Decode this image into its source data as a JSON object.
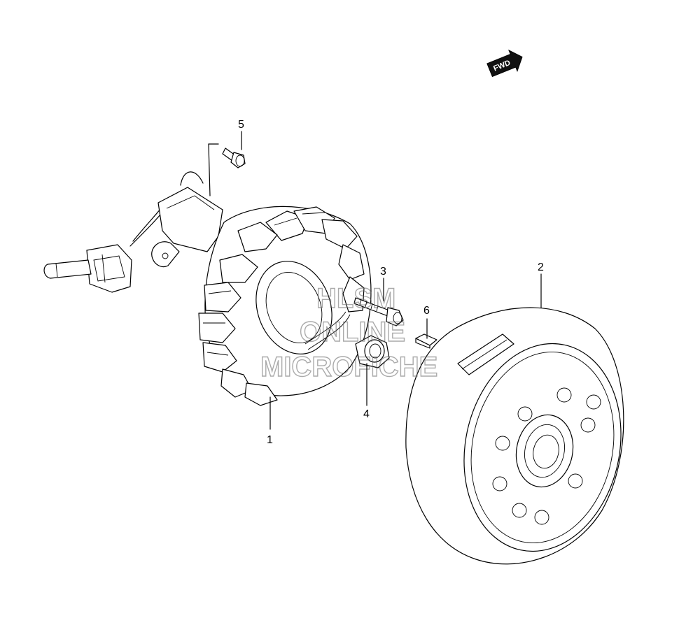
{
  "direction_badge": {
    "text": "FWD",
    "color": "#111111"
  },
  "callouts": [
    {
      "id": "1",
      "part": "stator"
    },
    {
      "id": "2",
      "part": "rotor"
    },
    {
      "id": "3",
      "part": "bolt"
    },
    {
      "id": "4",
      "part": "nut"
    },
    {
      "id": "5",
      "part": "screw"
    },
    {
      "id": "6",
      "part": "key"
    }
  ],
  "watermark": {
    "line1": "HLSM",
    "line2": "ONLINE",
    "line3": "MICROFICHE",
    "color": "#666666"
  }
}
